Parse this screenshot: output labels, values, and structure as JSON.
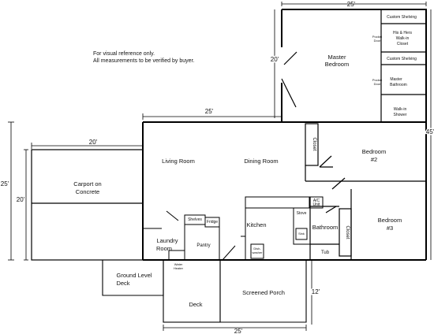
{
  "notes": {
    "line1": "For visual reference only.",
    "line2": "All measurements to be verified by buyer."
  },
  "dimensions": {
    "top_25": "25'",
    "master_20": "20'",
    "mid_25": "25'",
    "carport_20_top": "20'",
    "left_25": "25'",
    "carport_20_side": "20'",
    "right_45": "45'",
    "porch_12": "12'",
    "bottom_25": "25'"
  },
  "rooms": {
    "carport": [
      "Carport on",
      "Concrete"
    ],
    "living_room": "Living Room",
    "dining_room": "Dining Room",
    "master_bedroom": [
      "Master",
      "Bedroom"
    ],
    "bedroom2": [
      "Bedroom",
      "#2"
    ],
    "bedroom3": [
      "Bedroom",
      "#3"
    ],
    "kitchen": "Kitchen",
    "laundry": [
      "Laundry",
      "Room"
    ],
    "pantry": "Pantry",
    "bathroom": "Bathroom",
    "ground_deck": [
      "Ground Level",
      "Deck"
    ],
    "deck": "Deck",
    "screened_porch": "Screened Porch"
  },
  "fixtures": {
    "custom_shelving_1": "Custom Shelving",
    "his_hers": [
      "His & Hers",
      "Walk-in",
      "Closet"
    ],
    "custom_shelving_2": "Custom Shelving",
    "master_bathroom": [
      "Master",
      "Bathroom"
    ],
    "walkin_shower": [
      "Walk-in",
      "Shower"
    ],
    "pocket_door_1": [
      "Pocket",
      "Door"
    ],
    "pocket_door_2": [
      "Pocket",
      "Door"
    ],
    "closet_b2": "Closet",
    "closet_b3": "Closet",
    "shelves": "Shelves",
    "fridge": "Fridge",
    "stove": "Stove",
    "ac_unit": [
      "A/C",
      "Unit"
    ],
    "sink": "Sink",
    "dishwasher": [
      "Dish-",
      "washer"
    ],
    "tub": "Tub",
    "water_heater": [
      "Water",
      "Heater"
    ]
  }
}
